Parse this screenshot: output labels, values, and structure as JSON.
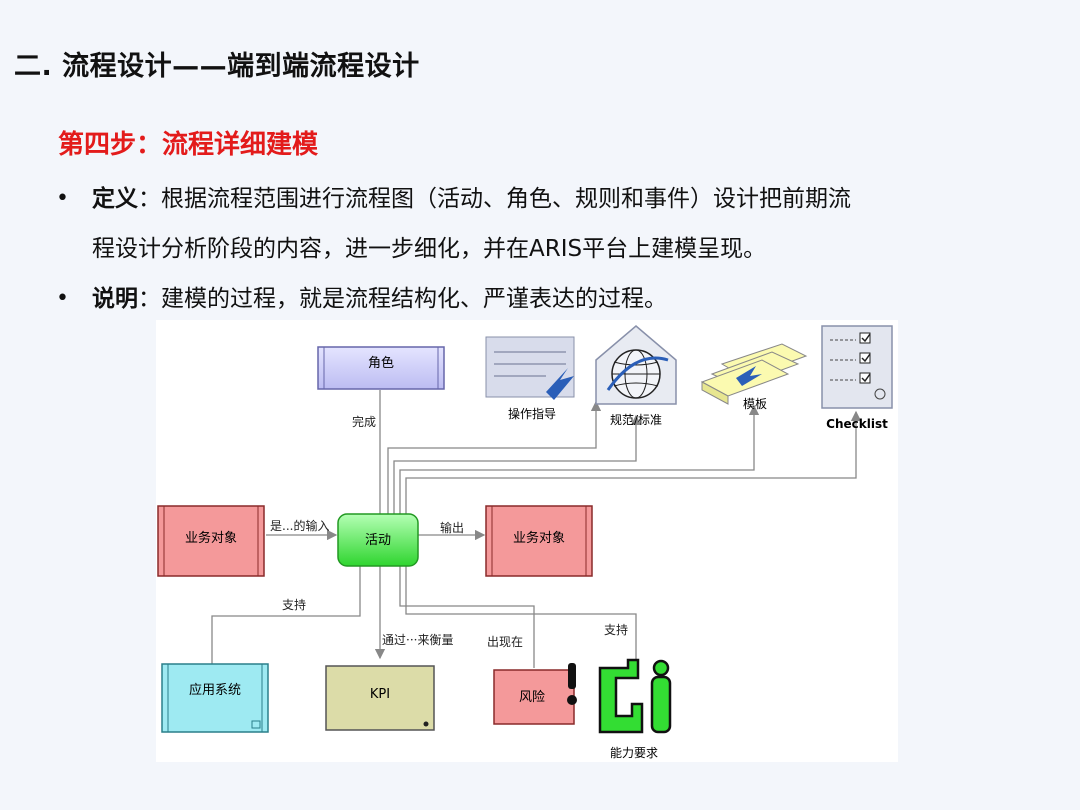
{
  "header": {
    "title": "二. 流程设计——端到端流程设计"
  },
  "step": {
    "title": "第四步：流程详细建模"
  },
  "bullets": [
    {
      "term": "定义",
      "sep": "：",
      "text": "根据流程范围进行流程图（活动、角色、规则和事件）设计把前期流",
      "text2": "程设计分析阶段的内容，进一步细化，并在ARIS平台上建模呈现。"
    },
    {
      "term": "说明",
      "sep": "：",
      "text": "建模的过程，就是流程结构化、严谨表达的过程。"
    }
  ],
  "diagram": {
    "nodes": {
      "role": "角色",
      "activity": "活动",
      "input_object": "业务对象",
      "output_object": "业务对象",
      "app_system": "应用系统",
      "kpi": "KPI",
      "risk": "风险",
      "capability": "能力要求",
      "guide": "操作指导",
      "standard": "规范/标准",
      "template": "模板",
      "checklist": "Checklist"
    },
    "edges": {
      "complete": "完成",
      "is_input": "是...的输入",
      "output": "输出",
      "support_left": "支持",
      "measured": "通过···来衡量",
      "appears": "出现在",
      "support_right": "支持"
    }
  },
  "colors": {
    "title_red": "#e31b1b",
    "role": "#ccccff",
    "activity": "#55ee55",
    "business_object": "#f4999a",
    "app_system": "#9eeaf2",
    "kpi": "#dcdca8",
    "risk": "#f4999a",
    "capability": "#33dd33"
  }
}
